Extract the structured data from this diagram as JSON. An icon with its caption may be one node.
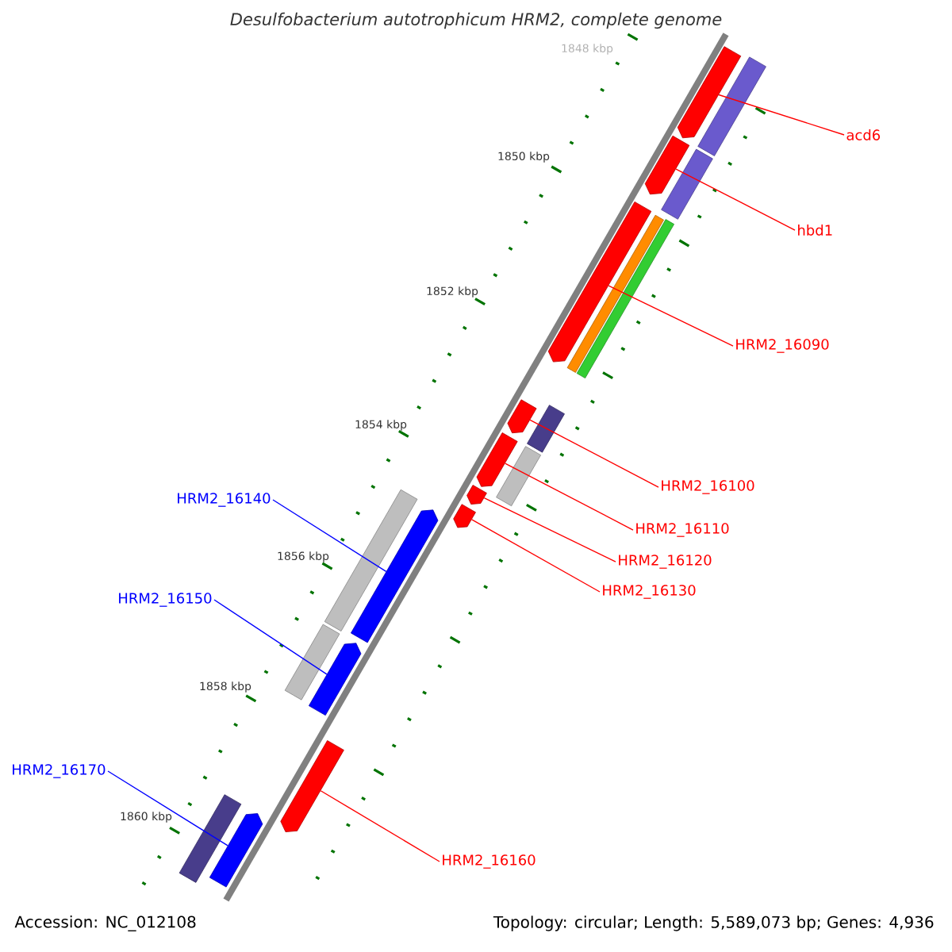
{
  "diagram": {
    "title": "Desulfobacterium autotrophicum HRM2, complete genome",
    "nodes": [
      {
        "text": [
          "acd6"
        ]
      },
      {
        "text": [
          "hbd1"
        ]
      },
      {
        "text": [
          "HRM2_16090"
        ]
      },
      {
        "text": [
          "HRM2_16100"
        ]
      },
      {
        "text": [
          "HRM2_16140"
        ]
      },
      {
        "text": [
          "HRM2_16110"
        ]
      },
      {
        "text": [
          "HRM2_16120"
        ]
      },
      {
        "text": [
          "HRM2_16130"
        ]
      },
      {
        "text": [
          "HRM2_16150"
        ]
      },
      {
        "text": [
          "HRM2_16170"
        ]
      },
      {
        "text": [
          "HRM2_16160"
        ]
      },
      {
        "text": [],
        "shape": "bar"
      },
      {
        "text": [],
        "shape": "bar"
      },
      {
        "text": [],
        "shape": "bar"
      },
      {
        "text": [],
        "shape": "bar"
      },
      {
        "text": [],
        "shape": "bar"
      },
      {
        "text": [],
        "shape": "bar"
      },
      {
        "text": [],
        "shape": "bar"
      },
      {
        "text": [],
        "shape": "bar"
      },
      {
        "text": [],
        "shape": "bar"
      },
      {
        "text": [],
        "shape": "bar"
      },
      {
        "text": [],
        "shape": "bar"
      },
      {
        "text": [],
        "shape": "bar"
      },
      {
        "text": [],
        "shape": "bar"
      },
      {
        "text": [],
        "shape": "bar"
      },
      {
        "text": [],
        "shape": "bar"
      },
      {
        "text": [],
        "shape": "bar"
      },
      {
        "text": [],
        "shape": "bar"
      },
      {
        "text": [],
        "shape": "bar"
      },
      {
        "text": [],
        "shape": "bar"
      },
      {
        "text": [],
        "shape": "bar"
      }
    ],
    "edges": [
      {
        "from": 0,
        "to": 11,
        "arrow": "none"
      },
      {
        "from": 1,
        "to": 13,
        "arrow": "none"
      },
      {
        "from": 2,
        "to": 15,
        "arrow": "none"
      },
      {
        "from": 3,
        "to": 19,
        "arrow": "none"
      },
      {
        "from": 4,
        "to": 25,
        "arrow": "none",
        "color": "#0000ff"
      },
      {
        "from": 5,
        "to": 20,
        "arrow": "none"
      },
      {
        "from": 6,
        "to": 22,
        "arrow": "none"
      },
      {
        "from": 7,
        "to": 23,
        "arrow": "none"
      },
      {
        "from": 8,
        "to": 27,
        "arrow": "none",
        "color": "#0000ff"
      },
      {
        "from": 9,
        "to": 30,
        "arrow": "none",
        "color": "#0000ff"
      },
      {
        "from": 10,
        "to": 28,
        "arrow": "none"
      }
    ],
    "labels": [
      "1848 kbp",
      "1850 kbp",
      "1852 kbp",
      "1854 kbp",
      "1856 kbp",
      "1858 kbp",
      "1860 kbp",
      "Accession: NC_012108",
      "Topology: circular; Length: 5,589,073 bp; Genes: 4,936"
    ]
  }
}
